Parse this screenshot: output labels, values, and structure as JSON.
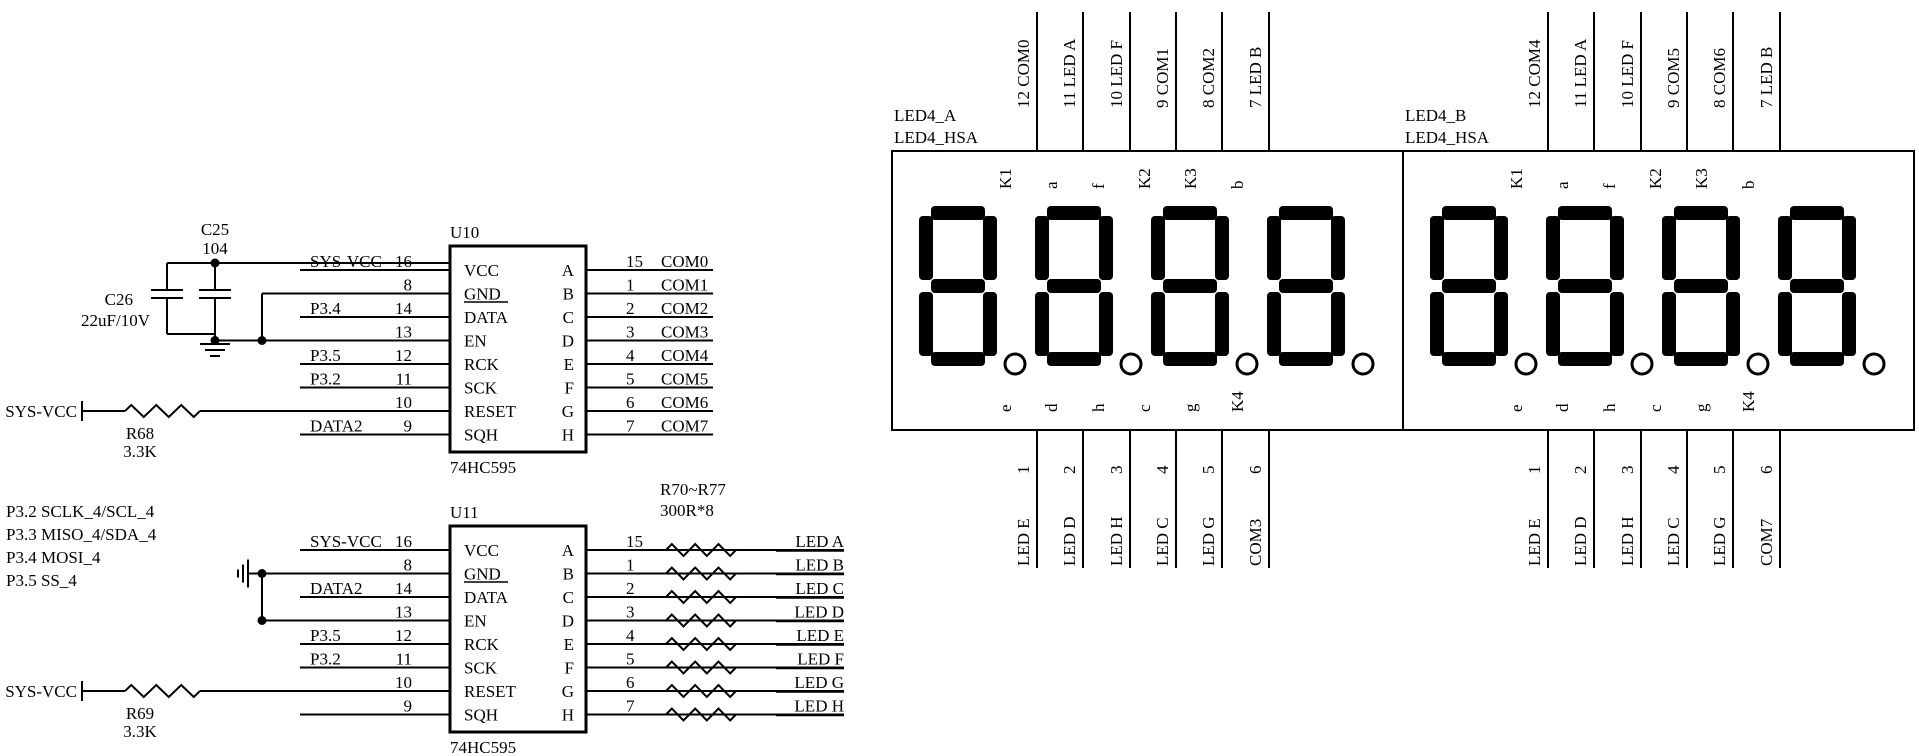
{
  "caps": {
    "c25": {
      "name": "C25",
      "value": "104"
    },
    "c26": {
      "name": "C26",
      "value": "22uF/10V"
    }
  },
  "u10": {
    "ref": "U10",
    "part": "74HC595",
    "left_pins": [
      {
        "net": "SYS-VCC",
        "num": "16",
        "name": "VCC"
      },
      {
        "net": "",
        "num": "8",
        "name": "GND"
      },
      {
        "net": "P3.4",
        "num": "14",
        "name": "DATA"
      },
      {
        "net": "",
        "num": "13",
        "name": "EN"
      },
      {
        "net": "P3.5",
        "num": "12",
        "name": "RCK"
      },
      {
        "net": "P3.2",
        "num": "11",
        "name": "SCK"
      },
      {
        "net": "",
        "num": "10",
        "name": "RESET"
      },
      {
        "net": "DATA2",
        "num": "9",
        "name": "SQH"
      }
    ],
    "right_pins": [
      {
        "letter": "A",
        "num": "15",
        "net": "COM0"
      },
      {
        "letter": "B",
        "num": "1",
        "net": "COM1"
      },
      {
        "letter": "C",
        "num": "2",
        "net": "COM2"
      },
      {
        "letter": "D",
        "num": "3",
        "net": "COM3"
      },
      {
        "letter": "E",
        "num": "4",
        "net": "COM4"
      },
      {
        "letter": "F",
        "num": "5",
        "net": "COM5"
      },
      {
        "letter": "G",
        "num": "6",
        "net": "COM6"
      },
      {
        "letter": "H",
        "num": "7",
        "net": "COM7"
      }
    ],
    "reset_net": "SYS-VCC",
    "resistor": {
      "name": "R68",
      "value": "3.3K"
    }
  },
  "u11": {
    "ref": "U11",
    "part": "74HC595",
    "left_pins": [
      {
        "net": "SYS-VCC",
        "num": "16",
        "name": "VCC"
      },
      {
        "net": "",
        "num": "8",
        "name": "GND"
      },
      {
        "net": "DATA2",
        "num": "14",
        "name": "DATA"
      },
      {
        "net": "",
        "num": "13",
        "name": "EN"
      },
      {
        "net": "P3.5",
        "num": "12",
        "name": "RCK"
      },
      {
        "net": "P3.2",
        "num": "11",
        "name": "SCK"
      },
      {
        "net": "",
        "num": "10",
        "name": "RESET"
      },
      {
        "net": "",
        "num": "9",
        "name": "SQH"
      }
    ],
    "right_pins": [
      {
        "letter": "A",
        "num": "15",
        "net": "LED_A"
      },
      {
        "letter": "B",
        "num": "1",
        "net": "LED_B"
      },
      {
        "letter": "C",
        "num": "2",
        "net": "LED_C"
      },
      {
        "letter": "D",
        "num": "3",
        "net": "LED_D"
      },
      {
        "letter": "E",
        "num": "4",
        "net": "LED_E"
      },
      {
        "letter": "F",
        "num": "5",
        "net": "LED_F"
      },
      {
        "letter": "G",
        "num": "6",
        "net": "LED_G"
      },
      {
        "letter": "H",
        "num": "7",
        "net": "LED_H"
      }
    ],
    "reset_net": "SYS-VCC",
    "resistor": {
      "name": "R69",
      "value": "3.3K"
    },
    "network": {
      "name": "R70~R77",
      "value": "300R*8"
    }
  },
  "pin_map": [
    "P3.2  SCLK_4/SCL_4",
    "P3.3  MISO_4/SDA_4",
    "P3.4  MOSI_4",
    "P3.5  SS_4"
  ],
  "displays": [
    {
      "ref": "LED4_A",
      "part": "LED4_HSA",
      "top_pins": [
        {
          "num": "12",
          "net": "COM0",
          "seg": "K1"
        },
        {
          "num": "11",
          "net": "LED_A",
          "seg": "a"
        },
        {
          "num": "10",
          "net": "LED_F",
          "seg": "f"
        },
        {
          "num": "9",
          "net": "COM1",
          "seg": "K2"
        },
        {
          "num": "8",
          "net": "COM2",
          "seg": "K3"
        },
        {
          "num": "7",
          "net": "LED_B",
          "seg": "b"
        }
      ],
      "bottom_pins": [
        {
          "num": "1",
          "net": "LED_E",
          "seg": "e"
        },
        {
          "num": "2",
          "net": "LED_D",
          "seg": "d"
        },
        {
          "num": "3",
          "net": "LED_H",
          "seg": "h"
        },
        {
          "num": "4",
          "net": "LED_C",
          "seg": "c"
        },
        {
          "num": "5",
          "net": "LED_G",
          "seg": "g"
        },
        {
          "num": "6",
          "net": "COM3",
          "seg": "K4"
        }
      ]
    },
    {
      "ref": "LED4_B",
      "part": "LED4_HSA",
      "top_pins": [
        {
          "num": "12",
          "net": "COM4",
          "seg": "K1"
        },
        {
          "num": "11",
          "net": "LED_A",
          "seg": "a"
        },
        {
          "num": "10",
          "net": "LED_F",
          "seg": "f"
        },
        {
          "num": "9",
          "net": "COM5",
          "seg": "K2"
        },
        {
          "num": "8",
          "net": "COM6",
          "seg": "K3"
        },
        {
          "num": "7",
          "net": "LED_B",
          "seg": "b"
        }
      ],
      "bottom_pins": [
        {
          "num": "1",
          "net": "LED_E",
          "seg": "e"
        },
        {
          "num": "2",
          "net": "LED_D",
          "seg": "d"
        },
        {
          "num": "3",
          "net": "LED_H",
          "seg": "h"
        },
        {
          "num": "4",
          "net": "LED_C",
          "seg": "c"
        },
        {
          "num": "5",
          "net": "LED_G",
          "seg": "g"
        },
        {
          "num": "6",
          "net": "COM7",
          "seg": "K4"
        }
      ]
    }
  ]
}
